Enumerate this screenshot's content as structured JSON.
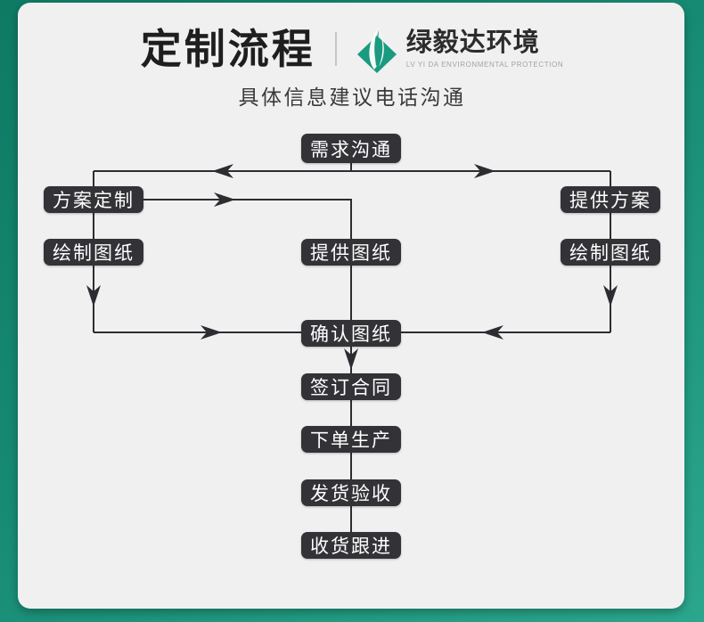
{
  "header": {
    "title": "定制流程",
    "brand": {
      "name": "绿毅达环境",
      "tagline": "LV YI DA ENVIRONMENTAL PROTECTION"
    },
    "subtitle": "具体信息建议电话沟通"
  },
  "flow": {
    "nodes": {
      "requirement": "需求沟通",
      "plan_custom": "方案定制",
      "plan_provide": "提供方案",
      "draw_left": "绘制图纸",
      "provide_drawing": "提供图纸",
      "draw_right": "绘制图纸",
      "confirm_drawing": "确认图纸",
      "sign_contract": "签订合同",
      "order_production": "下单生产",
      "ship_acceptance": "发货验收",
      "receipt_followup": "收货跟进"
    }
  },
  "colors": {
    "frame_teal_dark": "#0e7a63",
    "frame_teal_light": "#2ba78d",
    "card_background": "#f0f0f1",
    "node_background": "#333337",
    "node_text": "#ffffff",
    "connector_line": "#2d2d31",
    "brand_green": "#1a9b80"
  }
}
